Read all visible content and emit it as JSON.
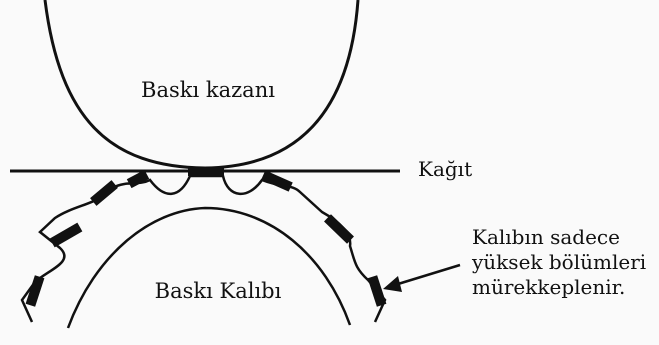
{
  "diagram": {
    "labels": {
      "impression_cylinder": "Baskı kazanı",
      "paper": "Kağıt",
      "printing_plate": "Baskı Kalıbı",
      "note_line1": "Kalıbın sadece",
      "note_line2": "yüksek bölümleri",
      "note_line3": "mürekkeplenir."
    }
  }
}
